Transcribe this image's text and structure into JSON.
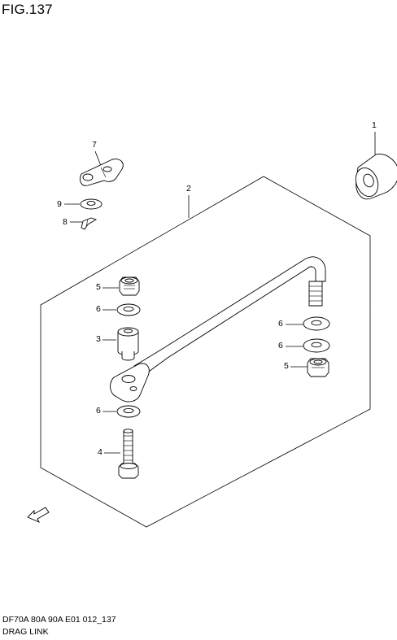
{
  "figure": {
    "title": "FIG.137"
  },
  "footer": {
    "model_code": "DF70A 80A 90A E01 012_137",
    "assembly_name": "DRAG LINK"
  },
  "callouts": [
    {
      "id": "c1",
      "label": "1"
    },
    {
      "id": "c2",
      "label": "2"
    },
    {
      "id": "c3",
      "label": "3"
    },
    {
      "id": "c4",
      "label": "4"
    },
    {
      "id": "c5a",
      "label": "5"
    },
    {
      "id": "c5b",
      "label": "5"
    },
    {
      "id": "c6a",
      "label": "6"
    },
    {
      "id": "c6b",
      "label": "6"
    },
    {
      "id": "c6c",
      "label": "6"
    },
    {
      "id": "c6d",
      "label": "6"
    },
    {
      "id": "c7",
      "label": "7"
    },
    {
      "id": "c8",
      "label": "8"
    },
    {
      "id": "c9",
      "label": "9"
    }
  ],
  "direction_marker": {
    "label": "FWD"
  }
}
